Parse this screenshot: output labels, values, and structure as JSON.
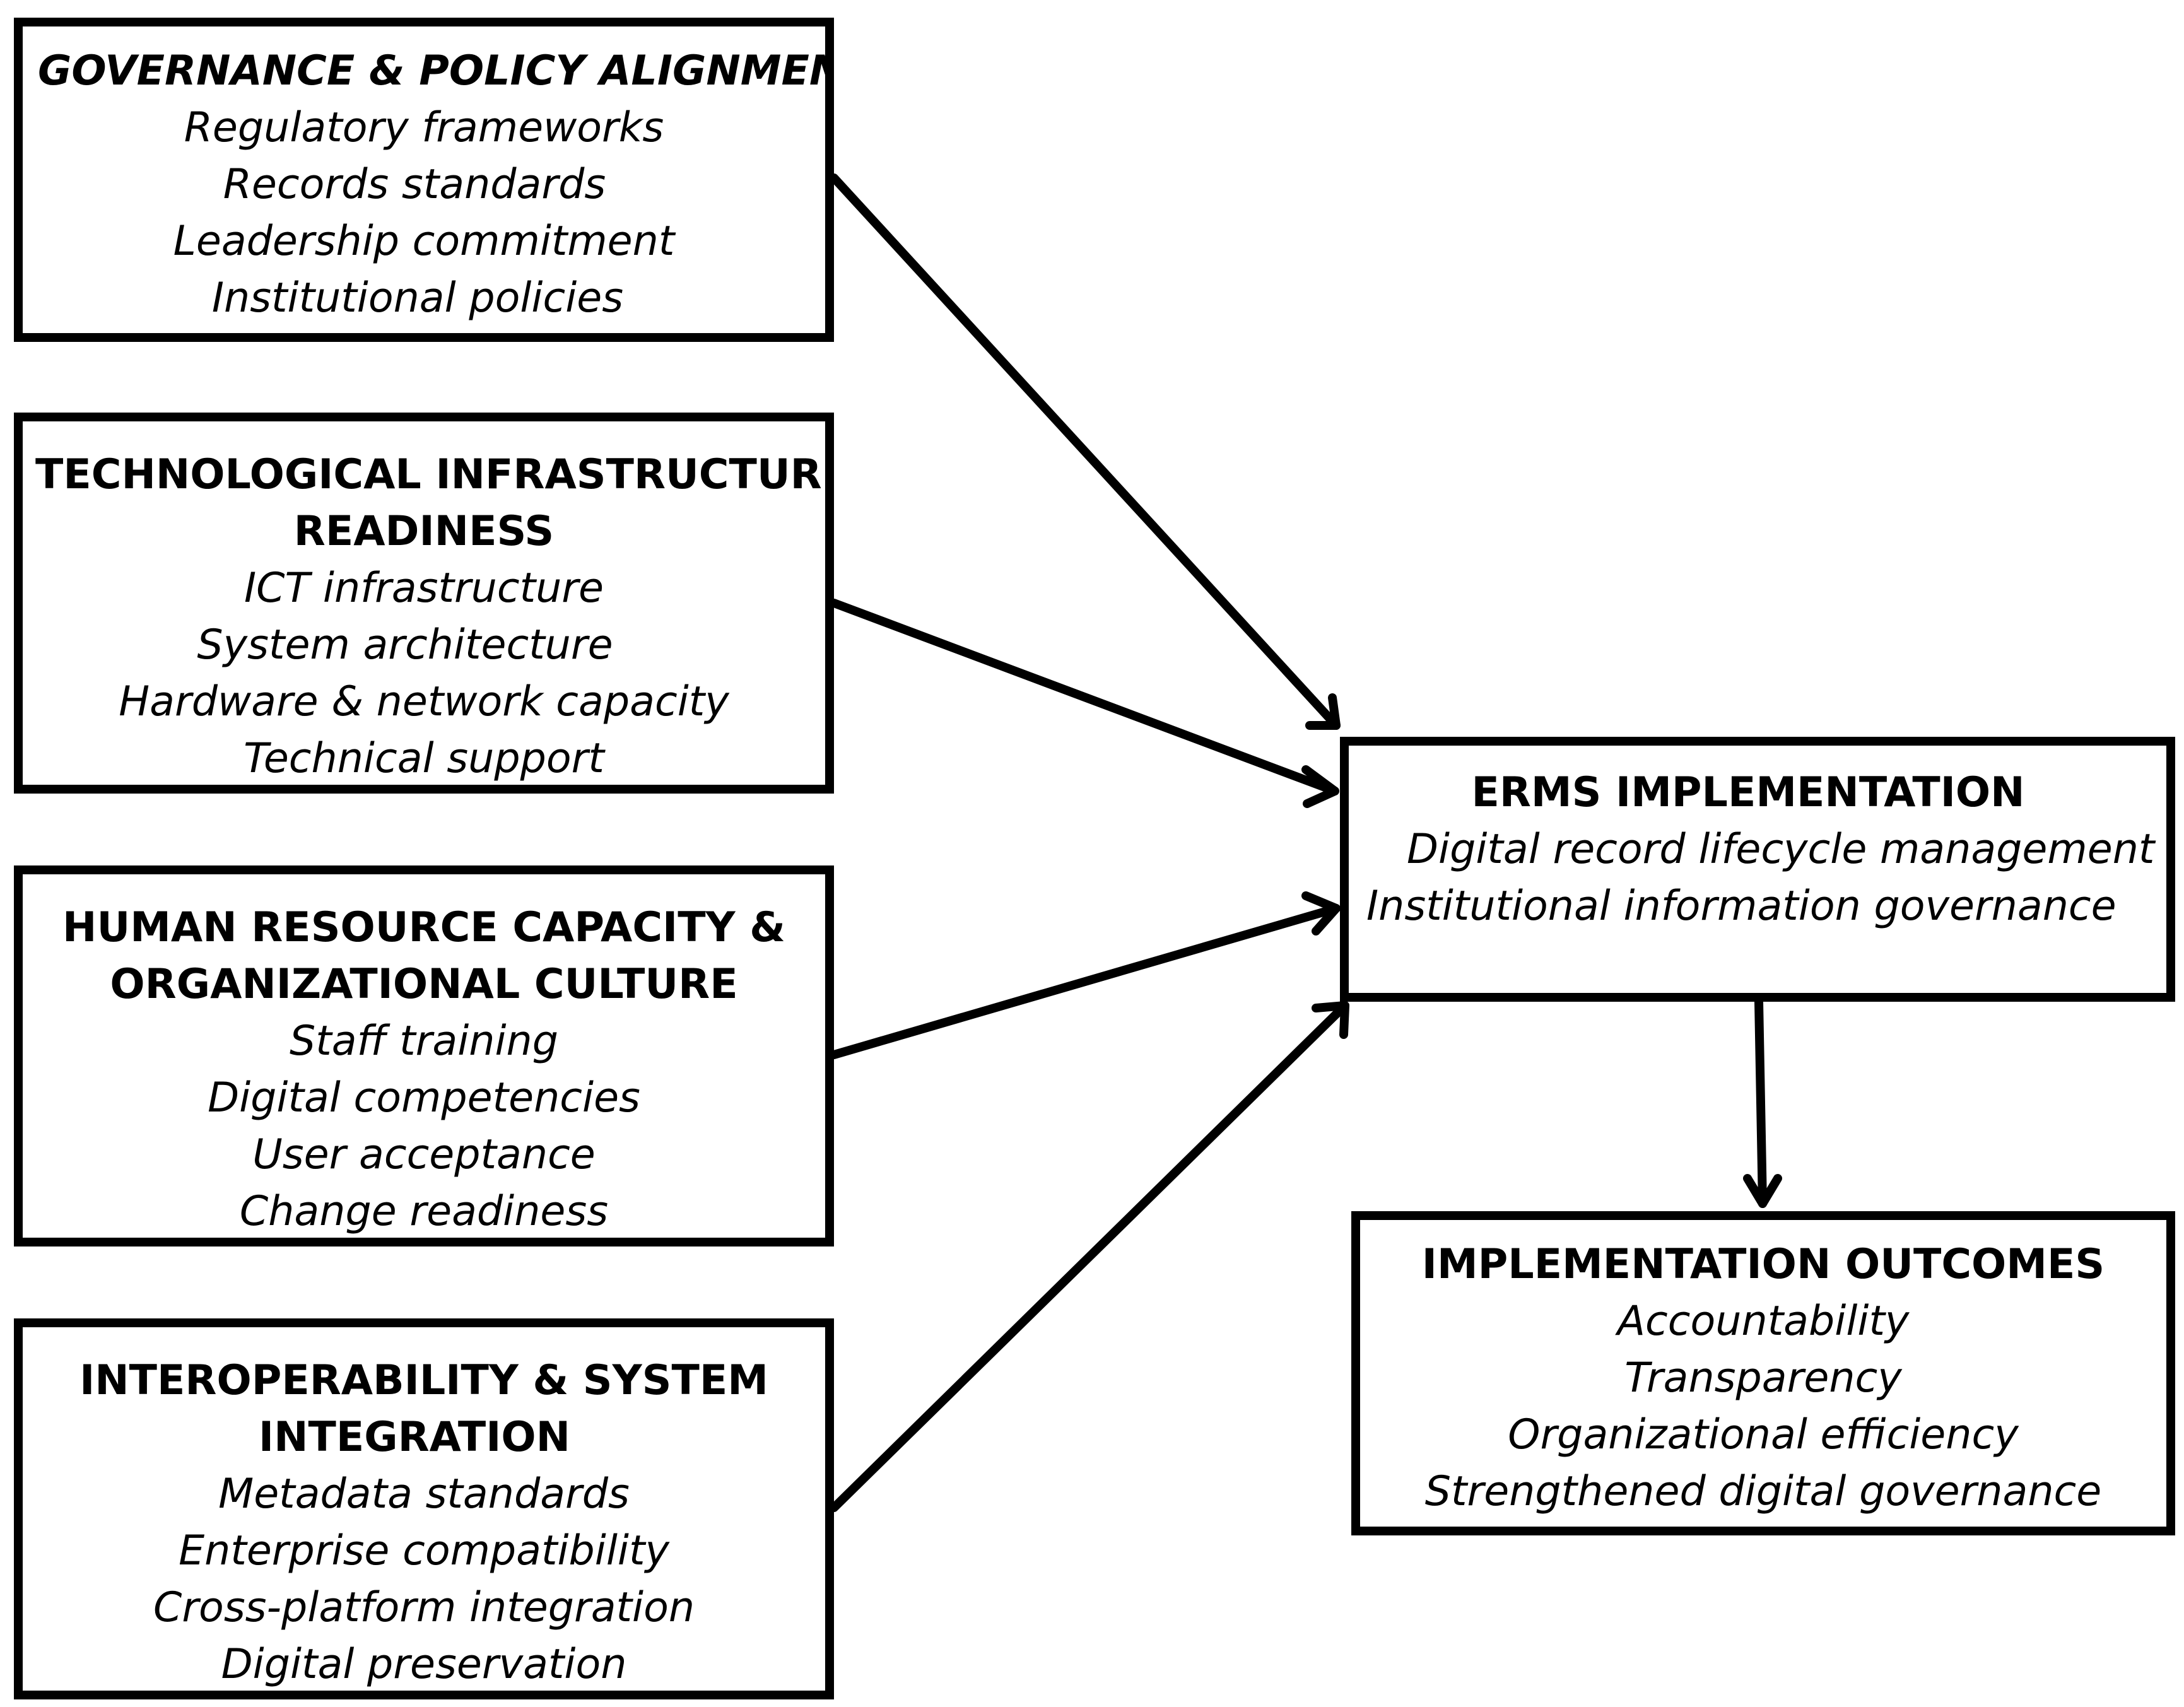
{
  "boxes": {
    "governance": {
      "title": "GOVERNANCE & POLICY ALIGNMENT",
      "items": [
        "Regulatory frameworks",
        "Records standards",
        "Leadership commitment",
        "Institutional policies"
      ]
    },
    "technology": {
      "title_lines": [
        "TECHNOLOGICAL INFRASTRUCTURE",
        "READINESS"
      ],
      "items": [
        "ICT infrastructure",
        "System architecture",
        "Hardware & network capacity",
        "Technical support"
      ]
    },
    "human": {
      "title_lines": [
        "HUMAN RESOURCE CAPACITY &",
        "ORGANIZATIONAL CULTURE"
      ],
      "items": [
        "Staff training",
        "Digital competencies",
        "User acceptance",
        "Change readiness"
      ]
    },
    "interop": {
      "title_lines": [
        "INTEROPERABILITY & SYSTEM",
        "INTEGRATION"
      ],
      "items": [
        "Metadata standards",
        "Enterprise compatibility",
        "Cross-platform integration",
        "Digital preservation"
      ]
    },
    "erms": {
      "title": "ERMS IMPLEMENTATION",
      "items": [
        "Digital record lifecycle management",
        "Institutional information governance"
      ]
    },
    "outcomes": {
      "title": "IMPLEMENTATION OUTCOMES",
      "items": [
        "Accountability",
        "Transparency",
        "Organizational efficiency",
        "Strengthened digital governance"
      ]
    }
  },
  "colors": {
    "stroke": "#000000",
    "background": "#ffffff"
  }
}
